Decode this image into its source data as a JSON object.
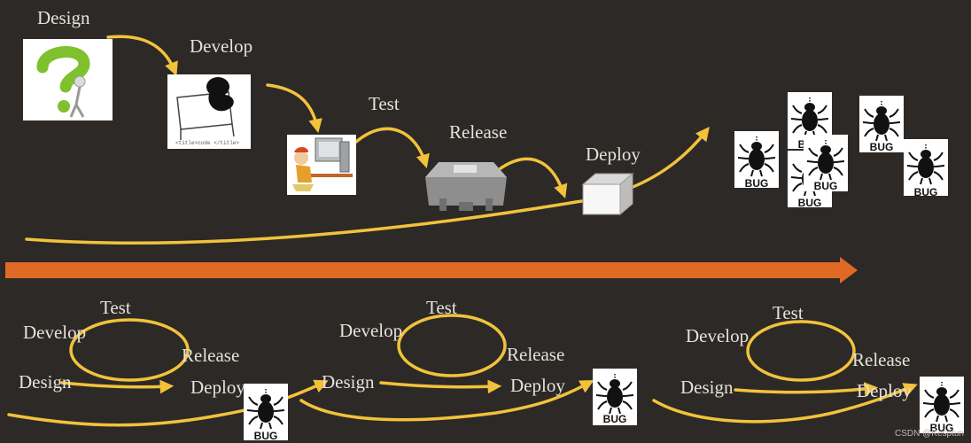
{
  "top_flow": {
    "steps": [
      "Design",
      "Develop",
      "Test",
      "Release",
      "Deploy"
    ]
  },
  "bottom_cycles": [
    {
      "design": "Design",
      "develop": "Develop",
      "test": "Test",
      "release": "Release",
      "deploy": "Deploy"
    },
    {
      "design": "Design",
      "develop": "Develop",
      "test": "Test",
      "release": "Release",
      "deploy": "Deploy"
    },
    {
      "design": "Design",
      "develop": "Develop",
      "test": "Test",
      "release": "Release",
      "deploy": "Deploy"
    }
  ],
  "bug_label": "BUG",
  "watermark": "CSDN @Kesptun",
  "colors": {
    "background": "#2c2927",
    "arrow_yellow": "#f2c23b",
    "timeline_orange": "#e06a25",
    "label_text": "#e6e1d9"
  },
  "icons": [
    "question-mark-icon",
    "developer-at-desk-icon",
    "tester-computer-icon",
    "release-server-icon",
    "deploy-box-icon",
    "bug-icon"
  ]
}
